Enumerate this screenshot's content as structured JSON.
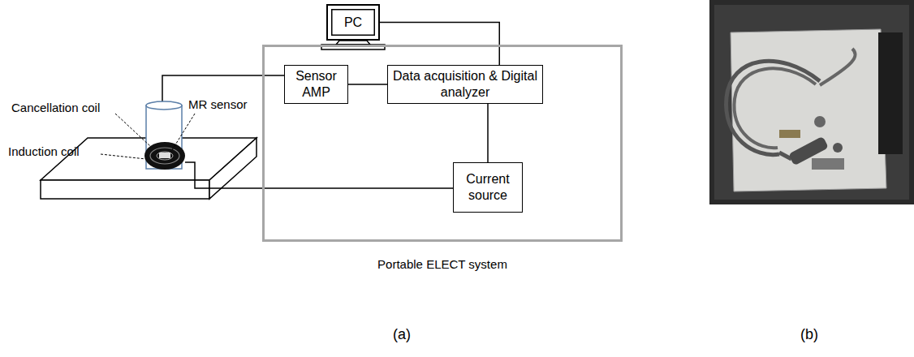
{
  "diagram": {
    "nodes": [
      {
        "text": [
          "PC"
        ]
      },
      {
        "text": [
          "Portable ELECT system"
        ]
      },
      {
        "text": [
          "Sensor AMP"
        ],
        "in": 1
      },
      {
        "text": [
          "Data acquisition & Digital analyzer"
        ],
        "in": 1
      },
      {
        "text": [
          "Current source"
        ],
        "in": 1
      }
    ],
    "edges": [
      {
        "from": 0,
        "to": 3,
        "arrow": "none"
      },
      {
        "from": 2,
        "to": 3,
        "arrow": "none"
      },
      {
        "from": 3,
        "to": 4,
        "arrow": "none"
      }
    ],
    "labels": [
      "Cancellation coil",
      "MR sensor",
      "Induction coil",
      "(a)",
      "(b)"
    ]
  }
}
